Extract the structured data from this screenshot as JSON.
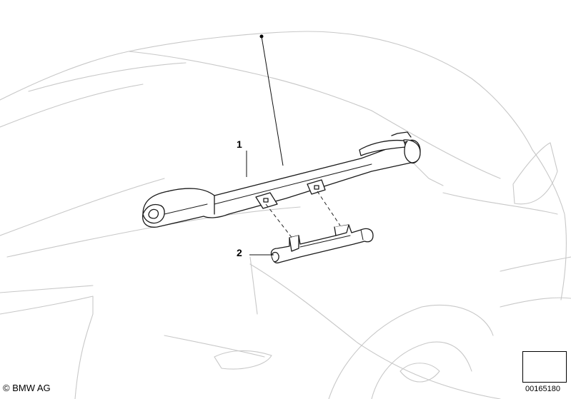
{
  "diagram": {
    "callouts": [
      {
        "label": "1"
      },
      {
        "label": "2"
      }
    ],
    "copyright": "© BMW AG",
    "document_number": "00165180",
    "nav_icon": "arrow-icon"
  }
}
